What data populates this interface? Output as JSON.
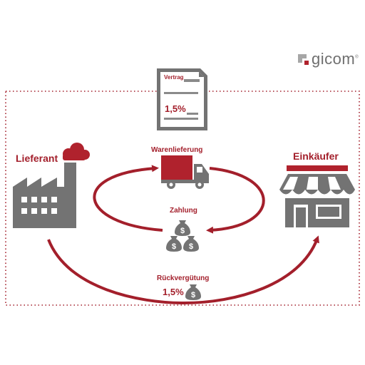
{
  "logo": {
    "text": "gicom",
    "registered": "®"
  },
  "contract": {
    "title": "Vertrag",
    "value": "1,5%"
  },
  "supplier": {
    "label": "Lieferant"
  },
  "buyer": {
    "label": "Einkäufer"
  },
  "delivery": {
    "label": "Warenlieferung"
  },
  "payment": {
    "label": "Zahlung"
  },
  "rebate": {
    "label": "Rückvergütung",
    "value": "1,5%"
  },
  "colors": {
    "accent": "#a31f2b",
    "gray": "#737373",
    "light_gray": "#d9d9d9"
  }
}
